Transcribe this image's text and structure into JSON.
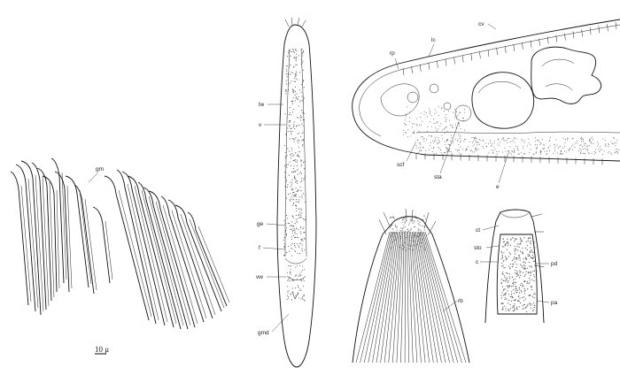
{
  "panels": {
    "setae": {
      "labels": {
        "gm": "gm"
      },
      "scale_bar": "10 μ"
    },
    "whole_worm": {
      "labels": {
        "lw": "lw",
        "v": "v",
        "ge": "ge",
        "f": "f",
        "vw": "vw",
        "gmd": "gmd"
      }
    },
    "anterior": {
      "labels": {
        "cv": "cv",
        "lc": "lc",
        "rp": "rp",
        "scf": "scf",
        "sta": "sta",
        "e": "e"
      }
    },
    "oral_detail": {
      "labels": {
        "rb": "rb"
      }
    },
    "pharynx_detail": {
      "labels": {
        "ct": "ct",
        "sto": "sto",
        "c": "c",
        "pd": "pd",
        "pa": "pa"
      }
    }
  },
  "colors": {
    "ink": "#111111",
    "paper": "#ffffff"
  }
}
